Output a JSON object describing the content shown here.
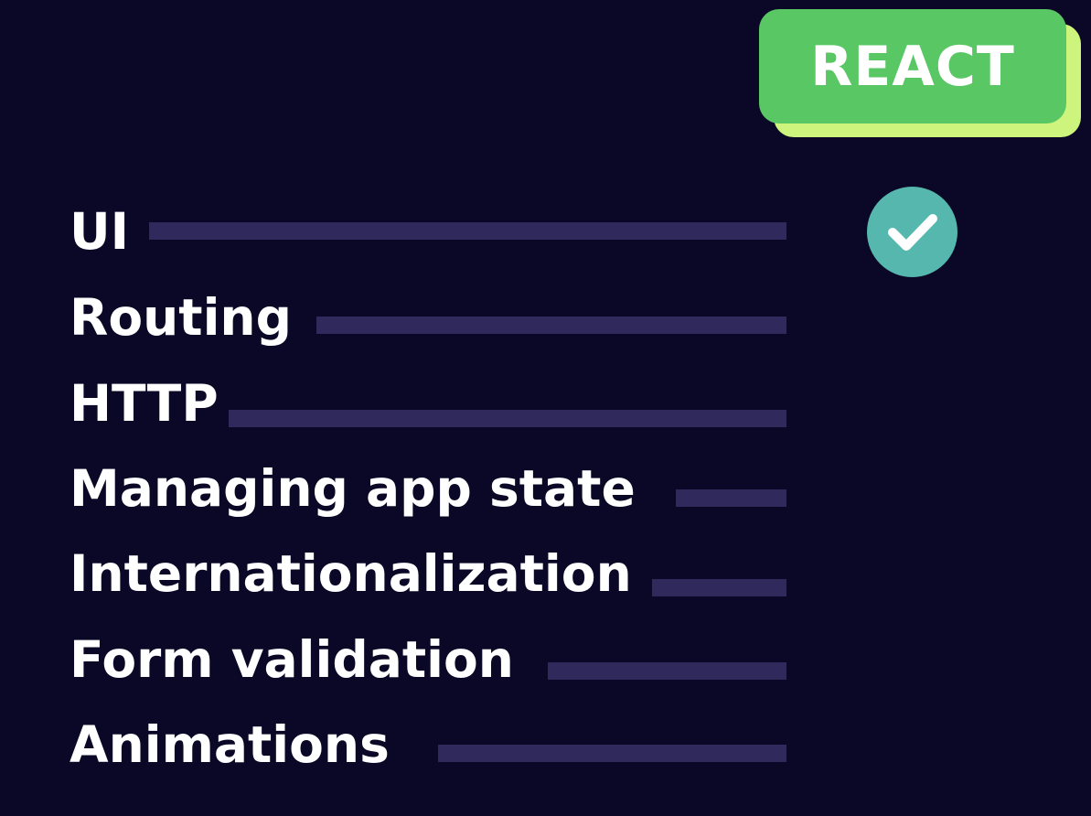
{
  "badge": {
    "label": "REACT",
    "color": "#5ac765",
    "shadow_color": "#cdf57d"
  },
  "check": {
    "icon": "checkmark-icon",
    "color": "#55b7ad"
  },
  "features": [
    {
      "label": "UI"
    },
    {
      "label": "Routing"
    },
    {
      "label": "HTTP"
    },
    {
      "label": "Managing app state"
    },
    {
      "label": "Internationalization"
    },
    {
      "label": "Form validation"
    },
    {
      "label": "Animations"
    }
  ],
  "colors": {
    "background": "#0a0826",
    "line": "#2f2a5b",
    "text": "#ffffff"
  }
}
